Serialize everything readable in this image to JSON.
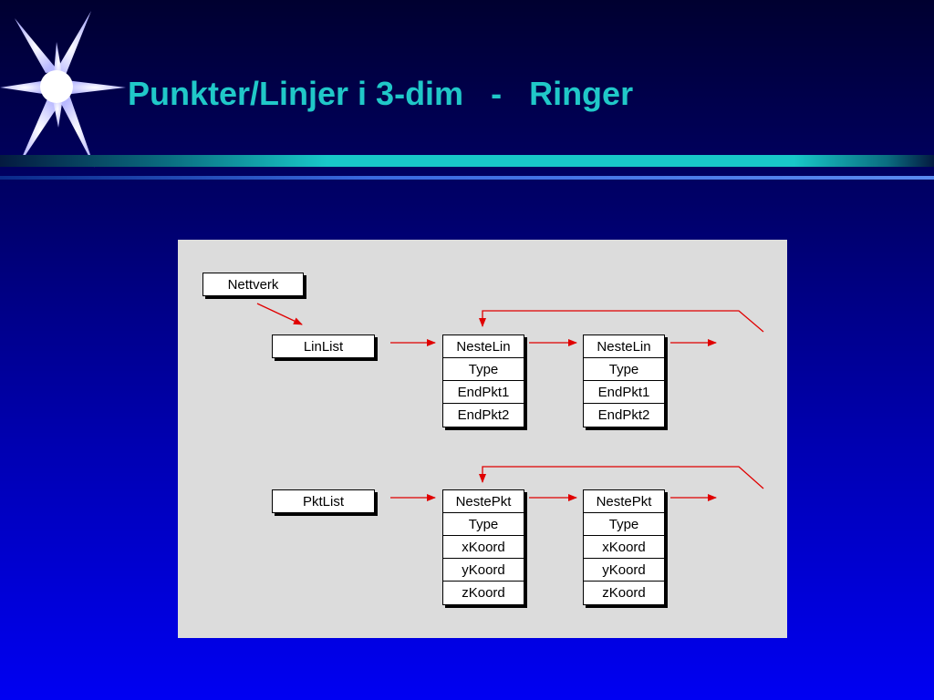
{
  "slide": {
    "title": "Punkter/Linjer i 3-dim   -   Ringer"
  },
  "diagram": {
    "nettverk": "Nettverk",
    "linlist": "LinList",
    "pktlist": "PktList",
    "lin_fields": [
      "NesteLin",
      "Type",
      "EndPkt1",
      "EndPkt2"
    ],
    "pkt_fields": [
      "NestePkt",
      "Type",
      "xKoord",
      "yKoord",
      "zKoord"
    ]
  },
  "colors": {
    "title": "#20c8c8",
    "arrow": "#e00000",
    "panel": "#dcdcdc"
  }
}
